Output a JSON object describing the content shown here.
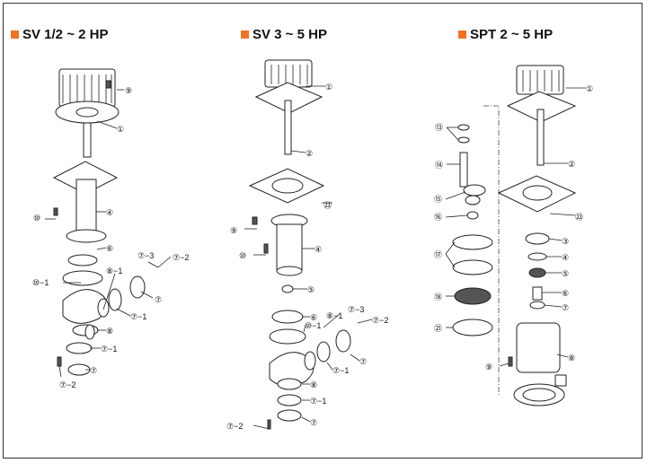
{
  "accent_color": "#F37021",
  "titles": {
    "sv_small": "SV 1/2 ~ 2 HP",
    "sv_mid": "SV 3 ~ 5 HP",
    "spt": "SPT 2 ~ 5 HP"
  },
  "callouts": {
    "c1": "①",
    "c2": "②",
    "c3": "③",
    "c4": "④",
    "c5": "⑤",
    "c6": "⑥",
    "c7": "⑦",
    "c8": "⑧",
    "c9": "⑨",
    "c10": "⑩",
    "c13": "⑬",
    "c14": "⑭",
    "c15": "⑮",
    "c16": "⑯",
    "c17": "⑰",
    "c18": "⑱",
    "c21": "㉑",
    "c23": "㉓",
    "c7_1": "⑦−1",
    "c7_2": "⑦−2",
    "c7_3": "⑦−3",
    "c8_1": "⑧−1",
    "c10_1": "⑩−1"
  }
}
